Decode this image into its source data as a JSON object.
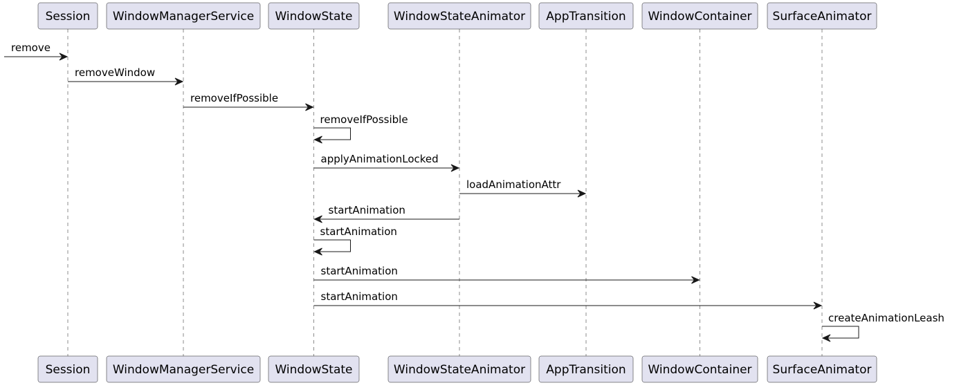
{
  "diagram": {
    "participants": [
      {
        "id": "session",
        "label": "Session"
      },
      {
        "id": "wms",
        "label": "WindowManagerService"
      },
      {
        "id": "windowstate",
        "label": "WindowState"
      },
      {
        "id": "wsa",
        "label": "WindowStateAnimator"
      },
      {
        "id": "apptransition",
        "label": "AppTransition"
      },
      {
        "id": "windowcontainer",
        "label": "WindowContainer"
      },
      {
        "id": "surfaceanimator",
        "label": "SurfaceAnimator"
      }
    ],
    "messages": [
      {
        "from": "external",
        "to": "session",
        "label": "remove"
      },
      {
        "from": "session",
        "to": "wms",
        "label": "removeWindow"
      },
      {
        "from": "wms",
        "to": "windowstate",
        "label": "removeIfPossible"
      },
      {
        "from": "windowstate",
        "to": "windowstate",
        "label": "removeIfPossible"
      },
      {
        "from": "windowstate",
        "to": "wsa",
        "label": "applyAnimationLocked"
      },
      {
        "from": "wsa",
        "to": "apptransition",
        "label": "loadAnimationAttr"
      },
      {
        "from": "wsa",
        "to": "windowstate",
        "label": "startAnimation"
      },
      {
        "from": "windowstate",
        "to": "windowstate",
        "label": "startAnimation"
      },
      {
        "from": "windowstate",
        "to": "windowcontainer",
        "label": "startAnimation"
      },
      {
        "from": "windowstate",
        "to": "surfaceanimator",
        "label": "startAnimation"
      },
      {
        "from": "surfaceanimator",
        "to": "surfaceanimator",
        "label": "createAnimationLeash"
      }
    ]
  }
}
